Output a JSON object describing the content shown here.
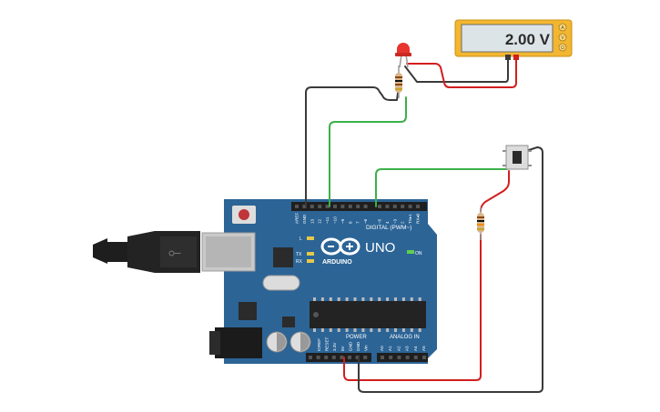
{
  "multimeter": {
    "reading": "2.00 V",
    "mode_buttons": [
      "A",
      "V",
      "Ω"
    ]
  },
  "board": {
    "model": "UNO",
    "brand": "ARDUINO",
    "on_label": "ON",
    "led_labels": [
      "L",
      "TX",
      "RX"
    ],
    "digital_header_label": "DIGITAL (PWM~)",
    "power_header_label": "POWER",
    "analog_header_label": "ANALOG IN",
    "top_pins": [
      "AREF",
      "GND",
      "13",
      "12",
      "~11",
      "~10",
      "~9",
      "8",
      "7",
      "~6",
      "~5",
      "4",
      "~3",
      "2",
      "TX▸1",
      "RX◂0"
    ],
    "power_pins": [
      "IOREF",
      "RESET",
      "3.3V",
      "5V",
      "GND",
      "GND",
      "Vin"
    ],
    "analog_pins": [
      "A0",
      "A1",
      "A2",
      "A3",
      "A4",
      "A5"
    ]
  },
  "colors": {
    "board": "#2c6496",
    "wire_black": "#3a3a3a",
    "wire_green": "#3cb04a",
    "wire_red": "#d21e1e",
    "multimeter_body": "#f2b630",
    "led": "#e8342d"
  }
}
